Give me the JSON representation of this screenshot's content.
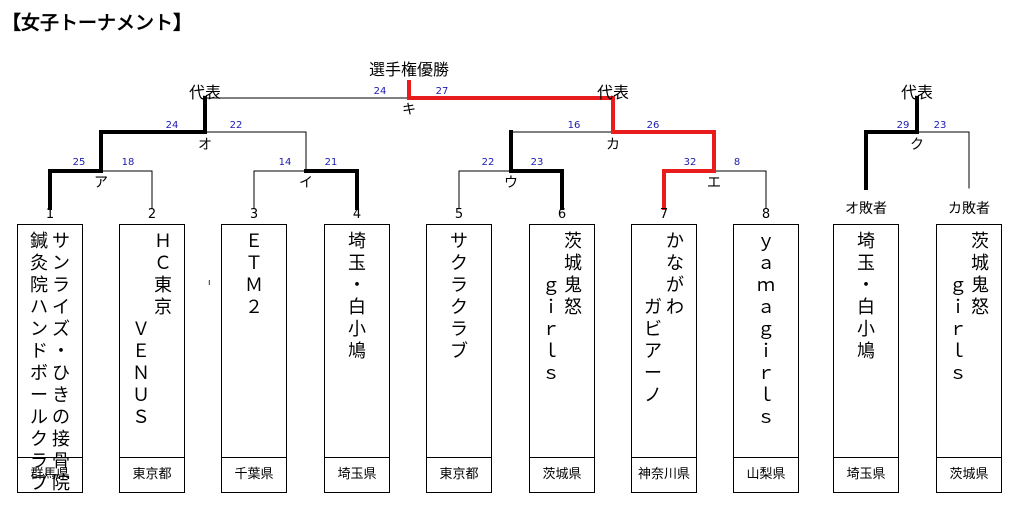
{
  "title": "【女子トーナメント】",
  "champion_label": "選手権優勝",
  "representative_label": "代表",
  "match_labels": {
    "ka": "カ",
    "a": "ア",
    "i": "イ",
    "u": "ウ",
    "e": "エ",
    "o": "オ",
    "ki": "キ",
    "ku": "ク"
  },
  "side_labels": {
    "o_loser": "オ敗者",
    "ka_loser": "カ敗者"
  },
  "scores": {
    "s25": "25",
    "s18": "18",
    "s14": "14",
    "s21": "21",
    "s22a": "22",
    "s23a": "23",
    "s32": "32",
    "s8": "8",
    "s24a": "24",
    "s22b": "22",
    "s16": "16",
    "s26": "26",
    "s24b": "24",
    "s27": "27",
    "s29": "29",
    "s23b": "23"
  },
  "teams": [
    {
      "no": "1",
      "columns": [
        [
          "サ",
          "ン",
          "ラ",
          "イ",
          "ズ",
          "・",
          "ひ",
          "き",
          "の",
          "接",
          "骨",
          "院"
        ],
        [
          "鍼",
          "灸",
          "院",
          "ハ",
          "ン",
          "ド",
          "ボ",
          "ー",
          "ル",
          "ク",
          "ラ",
          "ブ"
        ]
      ],
      "pref": "群馬県"
    },
    {
      "no": "2",
      "columns": [
        [
          "Ｈ",
          "Ｃ",
          "東",
          "京"
        ],
        [
          "",
          "",
          "",
          "",
          "Ｖ",
          "Ｅ",
          "Ｎ",
          "Ｕ",
          "Ｓ"
        ]
      ],
      "pref": "東京都"
    },
    {
      "no": "3",
      "columns": [
        [
          "Ｅ",
          "Ｔ",
          "Ｍ",
          "２"
        ]
      ],
      "pref": "千葉県"
    },
    {
      "no": "4",
      "columns": [
        [
          "埼",
          "玉",
          "・",
          "白",
          "小",
          "鳩"
        ]
      ],
      "pref": "埼玉県"
    },
    {
      "no": "5",
      "columns": [
        [
          "サ",
          "ク",
          "ラ",
          "ク",
          "ラ",
          "ブ"
        ]
      ],
      "pref": "東京都"
    },
    {
      "no": "6",
      "columns": [
        [
          "茨",
          "城",
          "鬼",
          "怒"
        ],
        [
          "",
          "",
          "ｇ",
          "ｉ",
          "ｒ",
          "ｌ",
          "ｓ"
        ]
      ],
      "pref": "茨城県"
    },
    {
      "no": "7",
      "columns": [
        [
          "か",
          "な",
          "が",
          "わ"
        ],
        [
          "",
          "",
          "",
          "ガ",
          "ビ",
          "ア",
          "ー",
          "ノ"
        ]
      ],
      "pref": "神奈川県"
    },
    {
      "no": "8",
      "columns": [
        [
          "ｙ",
          "ａ",
          "ｍ",
          "ａ",
          "ｇ",
          "ｉ",
          "ｒ",
          "ｌ",
          "ｓ"
        ]
      ],
      "pref": "山梨県"
    },
    {
      "no": "",
      "columns": [
        [
          "埼",
          "玉",
          "・",
          "白",
          "小",
          "鳩"
        ]
      ],
      "pref": "埼玉県"
    },
    {
      "no": "",
      "columns": [
        [
          "茨",
          "城",
          "鬼",
          "怒"
        ],
        [
          "",
          "",
          "ｇ",
          "ｉ",
          "ｒ",
          "ｌ",
          "ｓ"
        ]
      ],
      "pref": "茨城県"
    }
  ],
  "stray_mark": "ı",
  "colors": {
    "winner_path": "#e81c1c",
    "score": "#1b1bb0",
    "line": "#000000"
  }
}
